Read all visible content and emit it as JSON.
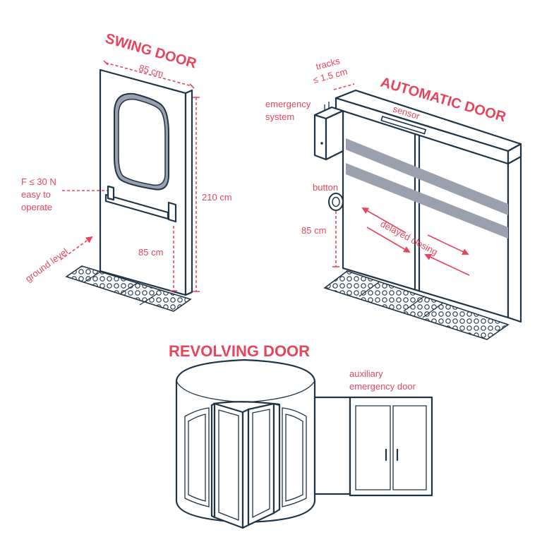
{
  "colors": {
    "accent": "#e8455d",
    "ink": "#1f3445",
    "stripe": "#9aa0ad",
    "background": "#ffffff"
  },
  "swing_door": {
    "title": "SWING DOOR",
    "width_label": "85 cm",
    "height_label": "210 cm",
    "handle_height_label": "85 cm",
    "force_label_line1": "F ≤ 30 N",
    "force_label_line2": "easy to",
    "force_label_line3": "operate",
    "ground_label": "ground level"
  },
  "automatic_door": {
    "title": "AUTOMATIC DOOR",
    "tracks_line1": "tracks",
    "tracks_line2": "≤ 1.5 cm",
    "emergency_line1": "emergency",
    "emergency_line2": "system",
    "sensor_label": "sensor",
    "button_label": "button",
    "button_height_label": "85 cm",
    "closing_label": "delayed closing"
  },
  "revolving_door": {
    "title": "REVOLVING DOOR",
    "auxiliary_line1": "auxiliary",
    "auxiliary_line2": "emergency door"
  },
  "icons": [
    "arrow-icon",
    "tactile-paving-icon",
    "push-bar-handle-icon",
    "door-handle-icon"
  ]
}
